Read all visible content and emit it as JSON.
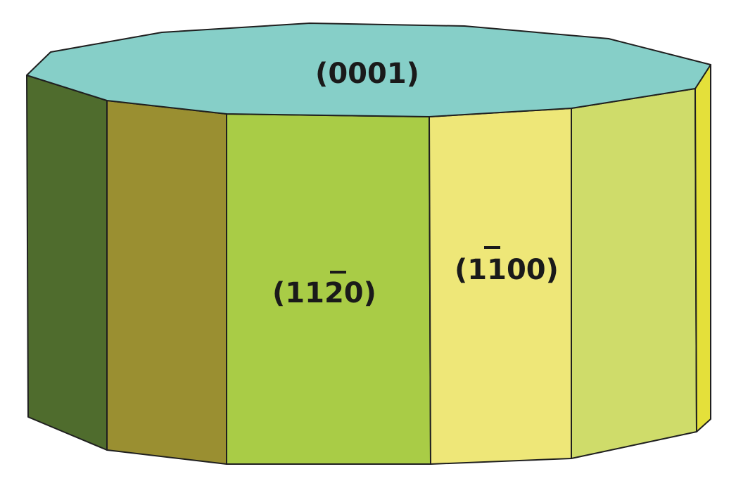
{
  "diagram": {
    "top_face": {
      "label": "(0001)",
      "color": "#86cfc8"
    },
    "faces": [
      {
        "name": "far-left-face",
        "color": "#4f6c2d",
        "label": ""
      },
      {
        "name": "left-face",
        "color": "#9a8f31",
        "label": ""
      },
      {
        "name": "center-face",
        "color": "#a9cc46",
        "label": "(1120)",
        "label_parts": {
          "open": "(",
          "digits_before": "11",
          "barred": "2",
          "digits_after": "0",
          "close": ")"
        }
      },
      {
        "name": "center-right-face",
        "color": "#eee778",
        "label": "(1100)",
        "label_parts": {
          "open": "(",
          "digits_before": "1",
          "barred": "1",
          "digits_after": "00",
          "close": ")"
        }
      },
      {
        "name": "right-face",
        "color": "#cfdc6a",
        "label": ""
      },
      {
        "name": "far-right-face",
        "color": "#e4e03a",
        "label": ""
      }
    ]
  }
}
